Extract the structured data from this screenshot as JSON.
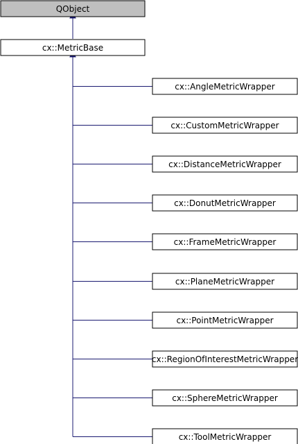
{
  "diagram": {
    "colors": {
      "edge": "#191970",
      "node_border": "#000000",
      "root_fill": "#bfbfbf",
      "node_fill": "#ffffff"
    },
    "root": {
      "label": "QObject"
    },
    "base": {
      "label": "cx::MetricBase"
    },
    "derived": [
      {
        "label": "cx::AngleMetricWrapper"
      },
      {
        "label": "cx::CustomMetricWrapper"
      },
      {
        "label": "cx::DistanceMetricWrapper"
      },
      {
        "label": "cx::DonutMetricWrapper"
      },
      {
        "label": "cx::FrameMetricWrapper"
      },
      {
        "label": "cx::PlaneMetricWrapper"
      },
      {
        "label": "cx::PointMetricWrapper"
      },
      {
        "label": "cx::RegionOfInterestMetricWrapper"
      },
      {
        "label": "cx::SphereMetricWrapper"
      },
      {
        "label": "cx::ToolMetricWrapper"
      }
    ]
  }
}
